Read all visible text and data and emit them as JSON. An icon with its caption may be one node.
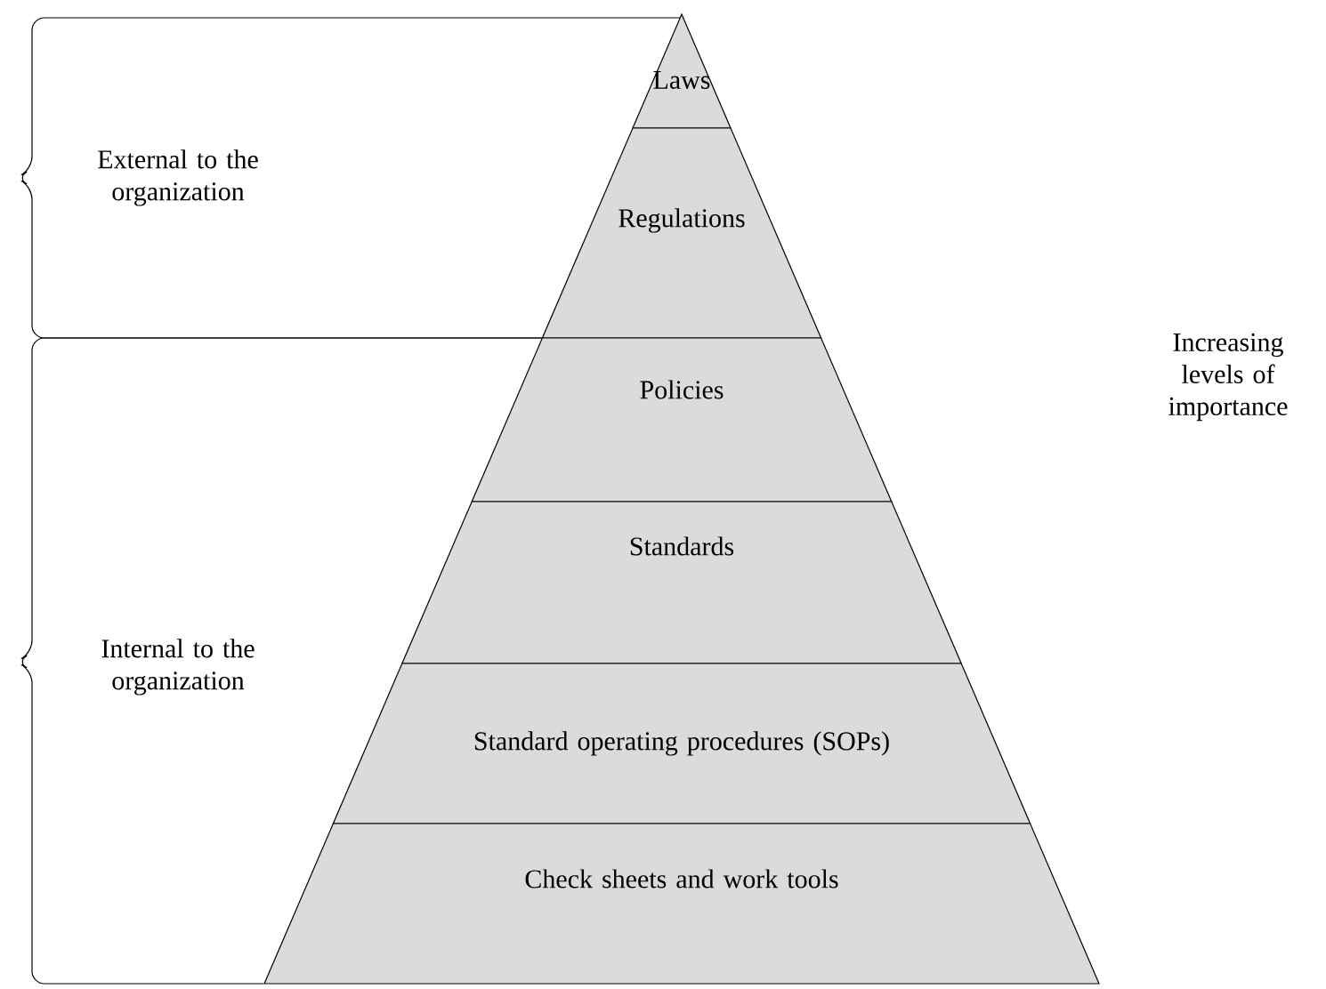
{
  "diagram": {
    "nodes": [
      {
        "text": [
          "Laws"
        ]
      },
      {
        "text": [
          "Regulations"
        ]
      },
      {
        "text": [
          "Policies"
        ]
      },
      {
        "text": [
          "Standards"
        ]
      },
      {
        "text": [
          "Standard operating procedures (SOPs)"
        ]
      },
      {
        "text": [
          "Check sheets and work tools"
        ]
      }
    ],
    "labels": [
      "External to the organization",
      "Increasing levels of importance",
      "Internal to the organization"
    ]
  }
}
